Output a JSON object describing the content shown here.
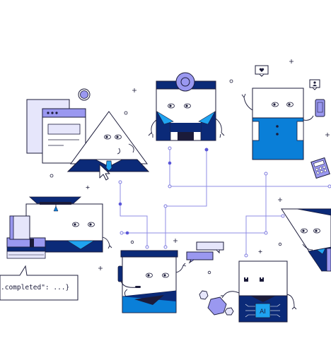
{
  "colors": {
    "navy": "#0b2a78",
    "blue": "#0a7fd8",
    "sky": "#1fa3f0",
    "lavender": "#9a98f0",
    "pale_lavender": "#e6e6fb",
    "outline": "#1b1b3a",
    "circuit": "#7d7adf",
    "white": "#ffffff"
  },
  "characters": [
    {
      "name": "triangle-character",
      "shape": "triangle"
    },
    {
      "name": "headlamp-character",
      "shape": "square"
    },
    {
      "name": "phone-character",
      "shape": "square"
    },
    {
      "name": "graduate-character",
      "shape": "rectangle"
    },
    {
      "name": "headset-character",
      "shape": "square"
    },
    {
      "name": "ai-chip-character",
      "shape": "square"
    },
    {
      "name": "partial-triangle-character",
      "shape": "triangle"
    }
  ],
  "chip_label": "AI",
  "code_snippet": ".completed\": ...}",
  "icons": [
    "heart-icon",
    "user-icon",
    "calculator-icon",
    "phone-icon",
    "graduation-cap-icon",
    "books-icon",
    "hexagon-icon",
    "cursor-icon"
  ]
}
